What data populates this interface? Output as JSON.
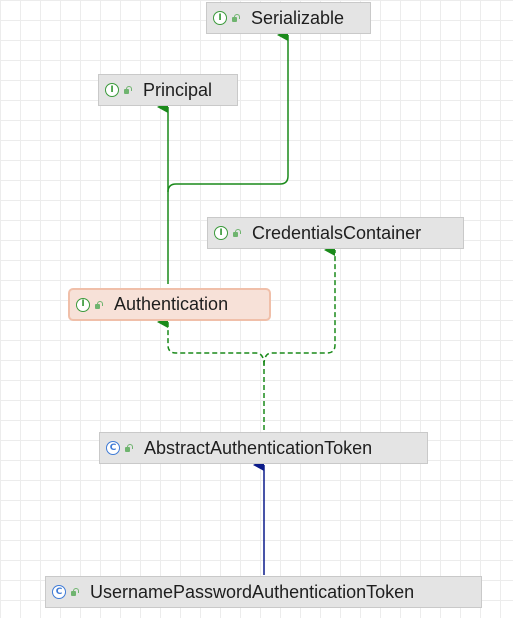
{
  "diagram": {
    "title": "",
    "colors": {
      "extends_interface": "#1a8a1a",
      "implements": "#1a8a1a",
      "extends_class": "#0b1b8a",
      "selected_fill": "#f7e1d8",
      "node_fill": "#e4e4e4"
    },
    "nodes": [
      {
        "id": "serializable",
        "label": "Serializable",
        "kind": "interface",
        "kind_glyph": "I",
        "icon": "interface-icon"
      },
      {
        "id": "principal",
        "label": "Principal",
        "kind": "interface",
        "kind_glyph": "I",
        "icon": "interface-icon"
      },
      {
        "id": "credentials-container",
        "label": "CredentialsContainer",
        "kind": "interface",
        "kind_glyph": "I",
        "icon": "interface-icon"
      },
      {
        "id": "authentication",
        "label": "Authentication",
        "kind": "interface",
        "kind_glyph": "I",
        "icon": "interface-icon",
        "selected": true
      },
      {
        "id": "abstract-authentication-token",
        "label": "AbstractAuthenticationToken",
        "kind": "class",
        "kind_glyph": "C",
        "icon": "class-icon"
      },
      {
        "id": "username-password-authentication-token",
        "label": "UsernamePasswordAuthenticationToken",
        "kind": "class",
        "kind_glyph": "C",
        "icon": "class-icon"
      }
    ],
    "edges": [
      {
        "from": "authentication",
        "to": "principal",
        "type": "extends"
      },
      {
        "from": "authentication",
        "to": "serializable",
        "type": "extends"
      },
      {
        "from": "abstract-authentication-token",
        "to": "authentication",
        "type": "implements"
      },
      {
        "from": "abstract-authentication-token",
        "to": "credentials-container",
        "type": "implements"
      },
      {
        "from": "username-password-authentication-token",
        "to": "abstract-authentication-token",
        "type": "extends"
      }
    ]
  }
}
